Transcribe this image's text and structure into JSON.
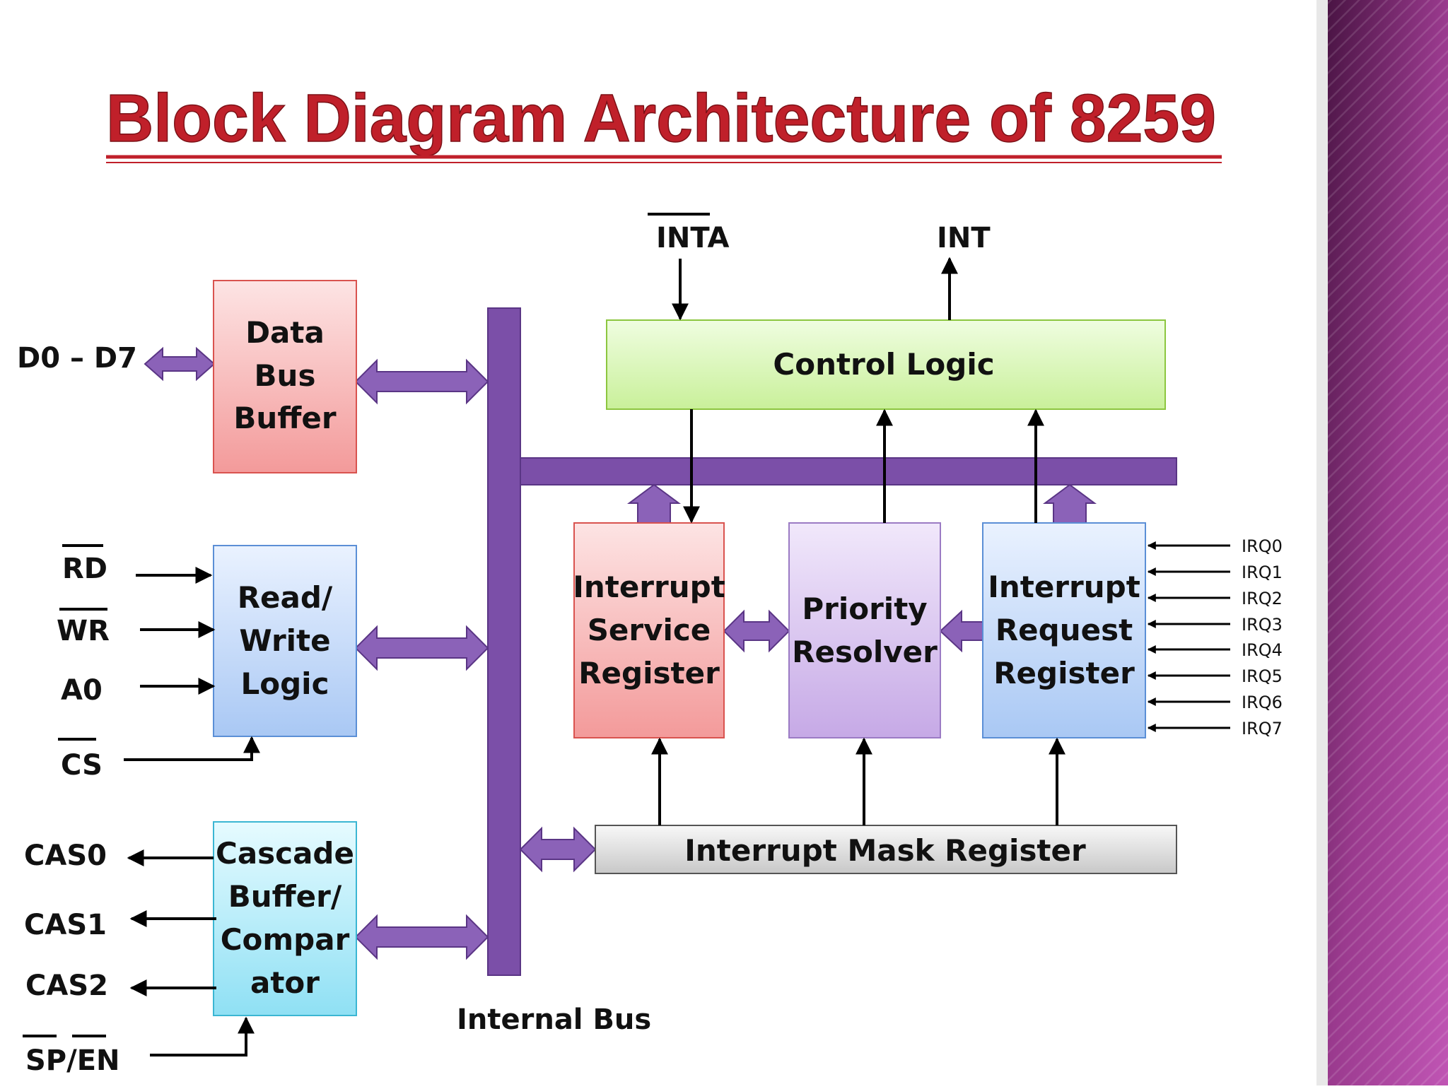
{
  "title": "Block Diagram Architecture of 8259",
  "blocks": {
    "data_bus_buffer": [
      "Data",
      "Bus",
      "Buffer"
    ],
    "read_write_logic": [
      "Read/",
      "Write",
      "Logic"
    ],
    "cascade_buffer": [
      "Cascade",
      "Buffer/",
      "Compar",
      "ator"
    ],
    "control_logic": "Control Logic",
    "isr": [
      "Interrupt",
      "Service",
      "Register"
    ],
    "priority_resolver": [
      "Priority",
      "Resolver"
    ],
    "irr": [
      "Interrupt",
      "Request",
      "Register"
    ],
    "imr": "Interrupt Mask Register"
  },
  "signals": {
    "d0_d7": "D0 – D7",
    "rd": "RD",
    "wr": "WR",
    "a0": "A0",
    "cs": "CS",
    "cas0": "CAS0",
    "cas1": "CAS1",
    "cas2": "CAS2",
    "sp_en": "SP/EN",
    "inta": "INTA",
    "int": "INT",
    "irq": [
      "IRQ0",
      "IRQ1",
      "IRQ2",
      "IRQ3",
      "IRQ4",
      "IRQ5",
      "IRQ6",
      "IRQ7"
    ]
  },
  "internal_bus_label": "Internal Bus",
  "colors": {
    "title": "#c0202a",
    "bus": "#7b4fa8",
    "side_panel": "#8a2d7c"
  }
}
